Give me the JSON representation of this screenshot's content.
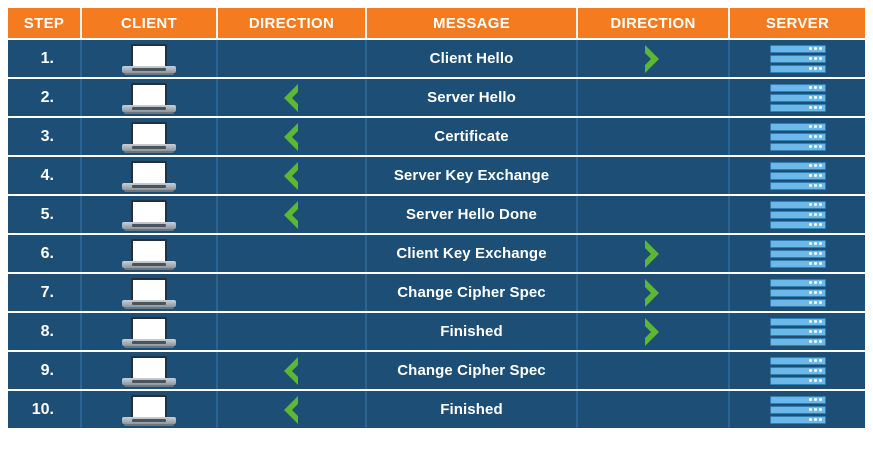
{
  "table": {
    "columns": [
      {
        "key": "step",
        "label": "STEP"
      },
      {
        "key": "client",
        "label": "CLIENT"
      },
      {
        "key": "dir_left",
        "label": "DIRECTION"
      },
      {
        "key": "message",
        "label": "MESSAGE"
      },
      {
        "key": "dir_right",
        "label": "DIRECTION"
      },
      {
        "key": "server",
        "label": "SERVER"
      }
    ],
    "rows": [
      {
        "step": "1.",
        "client_icon": "laptop-icon",
        "dir_left": "none",
        "message": "Client Hello",
        "dir_right": "right",
        "server_icon": "server-icon"
      },
      {
        "step": "2.",
        "client_icon": "laptop-icon",
        "dir_left": "left",
        "message": "Server Hello",
        "dir_right": "none",
        "server_icon": "server-icon"
      },
      {
        "step": "3.",
        "client_icon": "laptop-icon",
        "dir_left": "left",
        "message": "Certificate",
        "dir_right": "none",
        "server_icon": "server-icon"
      },
      {
        "step": "4.",
        "client_icon": "laptop-icon",
        "dir_left": "left",
        "message": "Server Key Exchange",
        "dir_right": "none",
        "server_icon": "server-icon"
      },
      {
        "step": "5.",
        "client_icon": "laptop-icon",
        "dir_left": "left",
        "message": "Server Hello Done",
        "dir_right": "none",
        "server_icon": "server-icon"
      },
      {
        "step": "6.",
        "client_icon": "laptop-icon",
        "dir_left": "none",
        "message": "Client Key Exchange",
        "dir_right": "right",
        "server_icon": "server-icon"
      },
      {
        "step": "7.",
        "client_icon": "laptop-icon",
        "dir_left": "none",
        "message": "Change Cipher Spec",
        "dir_right": "right",
        "server_icon": "server-icon"
      },
      {
        "step": "8.",
        "client_icon": "laptop-icon",
        "dir_left": "none",
        "message": "Finished",
        "dir_right": "right",
        "server_icon": "server-icon"
      },
      {
        "step": "9.",
        "client_icon": "laptop-icon",
        "dir_left": "left",
        "message": "Change Cipher Spec",
        "dir_right": "none",
        "server_icon": "server-icon"
      },
      {
        "step": "10.",
        "client_icon": "laptop-icon",
        "dir_left": "left",
        "message": "Finished",
        "dir_right": "none",
        "server_icon": "server-icon"
      }
    ]
  },
  "colors": {
    "header_background": "#f47b20",
    "row_background": "#1d4f76",
    "row_separator": "#ffffff",
    "cell_divider": "#2b6490",
    "arrow_green": "#5cb733",
    "text": "#ffffff",
    "server_blue": "#6cb8e8",
    "page_background": "#ffffff"
  }
}
